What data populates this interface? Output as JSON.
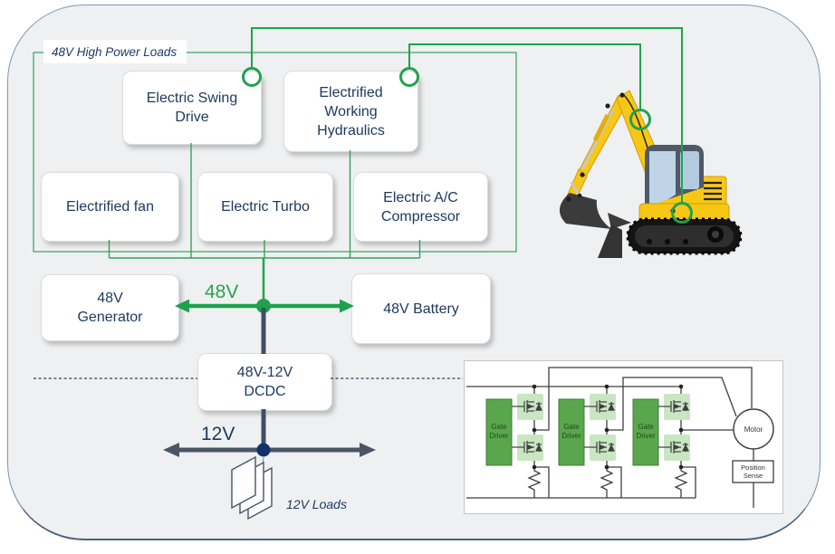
{
  "frame": {
    "group_label": "48V High Power Loads"
  },
  "boxes": {
    "swing": {
      "lines": [
        "Electric Swing",
        "Drive"
      ]
    },
    "hydraulics": {
      "lines": [
        "Electrified",
        "Working",
        "Hydraulics"
      ]
    },
    "fan": {
      "lines": [
        "Electrified fan"
      ]
    },
    "turbo": {
      "lines": [
        "Electric Turbo"
      ]
    },
    "ac": {
      "lines": [
        "Electric A/C",
        "Compressor"
      ]
    },
    "generator": {
      "lines": [
        "48V",
        "Generator"
      ]
    },
    "battery": {
      "lines": [
        "48V Battery"
      ]
    },
    "dcdc": {
      "lines": [
        "48V-12V",
        "DCDC"
      ]
    }
  },
  "bus_labels": {
    "v48": "48V",
    "v12": "12V",
    "loads12": "12V Loads"
  },
  "circuit": {
    "gate_driver_lines": [
      "Gate",
      "Driver"
    ],
    "motor": "Motor",
    "position_sense_lines": [
      "Position",
      "Sense"
    ]
  },
  "icons": {
    "excavator": "excavator-illustration",
    "loads": "stacked-sheets-icon",
    "connection_rings": "connection-ring-icon"
  },
  "colors": {
    "accent_green": "#1FA14C",
    "thin_green": "#35A05C",
    "navy_line": "#3F4E64",
    "dot_blue": "#12316B",
    "text_navy": "#1E3A60",
    "frame_fill": "#EFF0F1",
    "frame_border": "#7E98AE",
    "gate_driver_green": "#5AA64D",
    "fet_bg_green": "#C9E6C2",
    "excavator_yellow": "#F8C716"
  }
}
